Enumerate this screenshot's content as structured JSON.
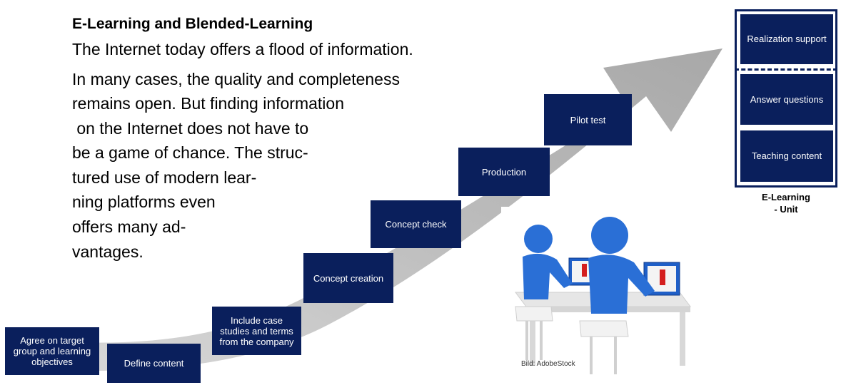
{
  "header": {
    "title": "E-Learning and Blended-Learning",
    "body_lines": [
      "The Internet today offers a flood of information.",
      "In many cases, the quality and completeness",
      "remains open. But finding information",
      " on the Internet does not have to",
      "be a game of chance. The struc-",
      "tured use of modern lear-",
      "ning platforms even",
      "offers many ad-",
      "vantages."
    ]
  },
  "steps": [
    "Agree on target group and learning objectives",
    "Define content",
    "Include case studies and terms from the company",
    "Concept creation",
    "Concept check",
    "Production",
    "Pilot test"
  ],
  "unit": {
    "items": [
      "Realization support",
      "Answer questions",
      "Teaching content"
    ],
    "caption_line1": "E-Learning",
    "caption_line2": "- Unit"
  },
  "photo": {
    "credit": "Bild: AdobeStock"
  },
  "colors": {
    "box_fill": "#0a1f5c",
    "arrow_fill": "#a9a9a9",
    "figure_blue": "#2a6fd6"
  }
}
